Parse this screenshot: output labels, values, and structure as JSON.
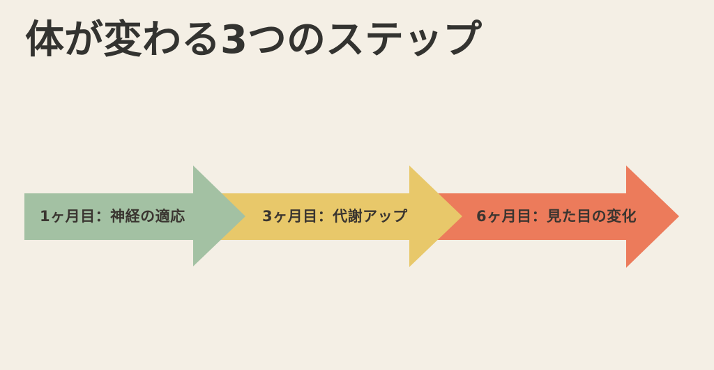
{
  "title": "体が変わる3つのステップ",
  "colors": {
    "background": "#f4efe5",
    "text": "#333330",
    "step1": "#a3c1a3",
    "step2": "#e8c86a",
    "step3": "#ec7b5b"
  },
  "steps": [
    {
      "label": "1ヶ月目：神経の適応",
      "period": "1ヶ月目",
      "description": "神経の適応",
      "color": "#a3c1a3",
      "icon": "arrow-right-shape"
    },
    {
      "label": "3ヶ月目：代謝アップ",
      "period": "3ヶ月目",
      "description": "代謝アップ",
      "color": "#e8c86a",
      "icon": "arrow-right-shape"
    },
    {
      "label": "6ヶ月目：見た目の変化",
      "period": "6ヶ月目",
      "description": "見た目の変化",
      "color": "#ec7b5b",
      "icon": "arrow-right-shape"
    }
  ]
}
